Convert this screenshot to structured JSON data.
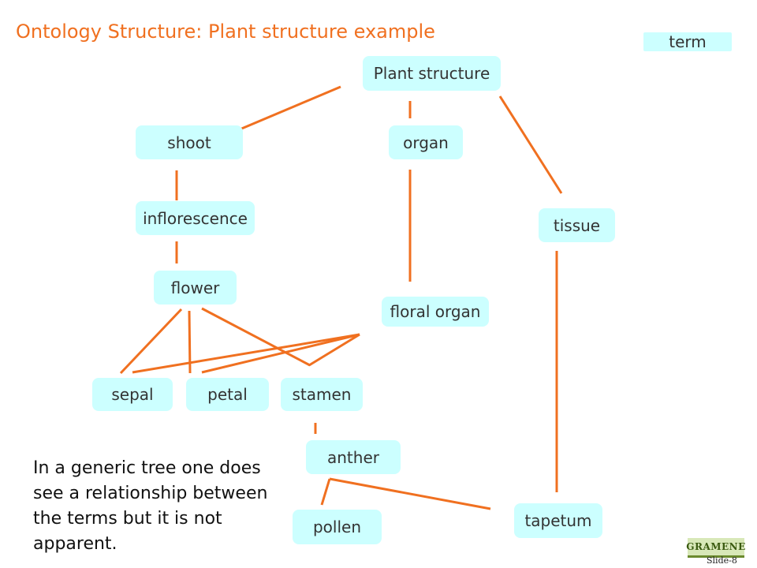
{
  "title": "Ontology Structure: Plant structure example",
  "legend": {
    "label": "term"
  },
  "nodes": {
    "plant_structure": "Plant structure",
    "shoot": "shoot",
    "organ": "organ",
    "inflorescence": "inflorescence",
    "tissue": "tissue",
    "flower": "flower",
    "floral_organ": "floral organ",
    "sepal": "sepal",
    "petal": "petal",
    "stamen": "stamen",
    "anther": "anther",
    "pollen": "pollen",
    "tapetum": "tapetum"
  },
  "edges": [
    [
      "plant_structure",
      "shoot"
    ],
    [
      "plant_structure",
      "organ"
    ],
    [
      "plant_structure",
      "tissue"
    ],
    [
      "shoot",
      "inflorescence"
    ],
    [
      "inflorescence",
      "flower"
    ],
    [
      "organ",
      "floral_organ"
    ],
    [
      "flower",
      "sepal"
    ],
    [
      "flower",
      "petal"
    ],
    [
      "flower",
      "stamen"
    ],
    [
      "floral_organ",
      "sepal"
    ],
    [
      "floral_organ",
      "petal"
    ],
    [
      "floral_organ",
      "stamen"
    ],
    [
      "stamen",
      "anther"
    ],
    [
      "anther",
      "pollen"
    ],
    [
      "anther",
      "tapetum"
    ],
    [
      "tissue",
      "tapetum"
    ]
  ],
  "note": "In a generic tree one does see a relationship between the terms but it is not apparent.",
  "logo": "GRAMENE",
  "slide_number": "Slide-8",
  "colors": {
    "node_fill": "#ccffff",
    "edge": "#f07020",
    "title": "#f07020"
  }
}
